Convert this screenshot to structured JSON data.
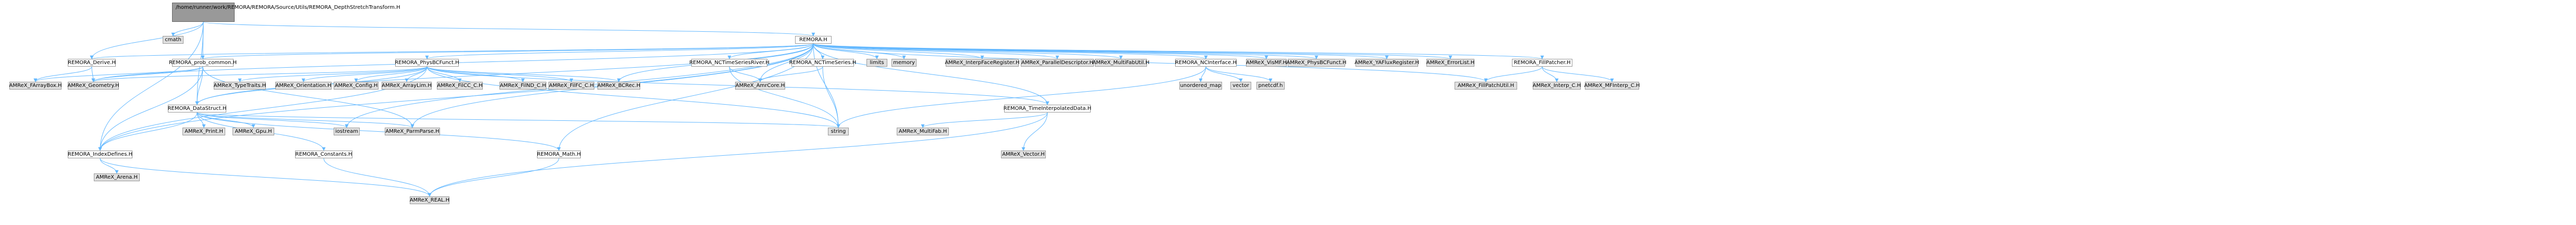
{
  "colors": {
    "edge": "#63b8ff",
    "node_border": "#999999",
    "node_fill": "#ffffff",
    "external_fill": "#e0e0e0",
    "root_fill": "#999999"
  },
  "nodes": [
    {
      "id": "root",
      "label": "/home/runner/work/REMORA/REMORA/Source/Utils/REMORA_DepthStretchTransform.H",
      "kind": "root"
    },
    {
      "id": "cmath",
      "label": "cmath",
      "kind": "external"
    },
    {
      "id": "remora_h",
      "label": "REMORA.H",
      "kind": "internal"
    },
    {
      "id": "derive",
      "label": "REMORA_Derive.H",
      "kind": "internal"
    },
    {
      "id": "prob_common",
      "label": "REMORA_prob_common.H",
      "kind": "internal"
    },
    {
      "id": "physbcfunct",
      "label": "REMORA_PhysBCFunct.H",
      "kind": "internal"
    },
    {
      "id": "nctsriver",
      "label": "REMORA_NCTimeSeriesRiver.H",
      "kind": "internal"
    },
    {
      "id": "ncts",
      "label": "REMORA_NCTimeSeries.H",
      "kind": "internal"
    },
    {
      "id": "limits",
      "label": "limits",
      "kind": "external"
    },
    {
      "id": "memory",
      "label": "memory",
      "kind": "external"
    },
    {
      "id": "interfacereg",
      "label": "AMReX_InterpFaceRegister.H",
      "kind": "external"
    },
    {
      "id": "paralleldesc",
      "label": "AMReX_ParallelDescriptor.H",
      "kind": "external"
    },
    {
      "id": "multifabutil",
      "label": "AMReX_MultiFabUtil.H",
      "kind": "external"
    },
    {
      "id": "ncinterface",
      "label": "REMORA_NCInterface.H",
      "kind": "internal"
    },
    {
      "id": "vismf",
      "label": "AMReX_VisMF.H",
      "kind": "external"
    },
    {
      "id": "physbcfunct_amrex",
      "label": "AMReX_PhysBCFunct.H",
      "kind": "external"
    },
    {
      "id": "yafluxreg",
      "label": "AMReX_YAFluxRegister.H",
      "kind": "external"
    },
    {
      "id": "errorlist",
      "label": "AMReX_ErrorList.H",
      "kind": "external"
    },
    {
      "id": "fillpatcher",
      "label": "REMORA_FillPatcher.H",
      "kind": "internal"
    },
    {
      "id": "fabarraybox",
      "label": "AMReX_FArrayBox.H",
      "kind": "external"
    },
    {
      "id": "geometry",
      "label": "AMReX_Geometry.H",
      "kind": "external"
    },
    {
      "id": "typetraits",
      "label": "AMReX_TypeTraits.H",
      "kind": "external"
    },
    {
      "id": "orientation",
      "label": "AMReX_Orientation.H",
      "kind": "external"
    },
    {
      "id": "config",
      "label": "AMReX_Config.H",
      "kind": "external"
    },
    {
      "id": "arraylim",
      "label": "AMReX_ArrayLim.H",
      "kind": "external"
    },
    {
      "id": "filcc",
      "label": "AMReX_FilCC_C.H",
      "kind": "external"
    },
    {
      "id": "filnd",
      "label": "AMReX_FilND_C.H",
      "kind": "external"
    },
    {
      "id": "filfc",
      "label": "AMReX_FilFC_C.H",
      "kind": "external"
    },
    {
      "id": "bcrec",
      "label": "AMReX_BCRec.H",
      "kind": "external"
    },
    {
      "id": "amrcore",
      "label": "AMReX_AmrCore.H",
      "kind": "external"
    },
    {
      "id": "datastruct",
      "label": "REMORA_DataStruct.H",
      "kind": "internal"
    },
    {
      "id": "timeinterp",
      "label": "REMORA_TimeInterpolatedData.H",
      "kind": "internal"
    },
    {
      "id": "unordered_map",
      "label": "unordered_map",
      "kind": "external"
    },
    {
      "id": "vector",
      "label": "vector",
      "kind": "external"
    },
    {
      "id": "pnetcdf",
      "label": "pnetcdf.h",
      "kind": "external"
    },
    {
      "id": "fillpatchutil",
      "label": "AMReX_FillPatchUtil.H",
      "kind": "external"
    },
    {
      "id": "interp_c",
      "label": "AMReX_Interp_C.H",
      "kind": "external"
    },
    {
      "id": "mfinterp_c",
      "label": "AMReX_MFInterp_C.H",
      "kind": "external"
    },
    {
      "id": "print",
      "label": "AMReX_Print.H",
      "kind": "external"
    },
    {
      "id": "gpu",
      "label": "AMReX_Gpu.H",
      "kind": "external"
    },
    {
      "id": "iostream",
      "label": "iostream",
      "kind": "external"
    },
    {
      "id": "parmparse",
      "label": "AMReX_ParmParse.H",
      "kind": "external"
    },
    {
      "id": "string",
      "label": "string",
      "kind": "external"
    },
    {
      "id": "multifab",
      "label": "AMReX_MultiFab.H",
      "kind": "external"
    },
    {
      "id": "indexdefines",
      "label": "REMORA_IndexDefines.H",
      "kind": "internal"
    },
    {
      "id": "constants",
      "label": "REMORA_Constants.H",
      "kind": "internal"
    },
    {
      "id": "remora_math",
      "label": "REMORA_Math.H",
      "kind": "internal"
    },
    {
      "id": "amrex_vector",
      "label": "AMReX_Vector.H",
      "kind": "external"
    },
    {
      "id": "arena",
      "label": "AMReX_Arena.H",
      "kind": "external"
    },
    {
      "id": "real",
      "label": "AMReX_REAL.H",
      "kind": "external"
    }
  ],
  "edges": [
    [
      "root",
      "cmath"
    ],
    [
      "root",
      "remora_h"
    ],
    [
      "root",
      "prob_common"
    ],
    [
      "root",
      "datastruct"
    ],
    [
      "root",
      "indexdefines"
    ],
    [
      "root",
      "derive"
    ],
    [
      "remora_h",
      "derive"
    ],
    [
      "remora_h",
      "prob_common"
    ],
    [
      "remora_h",
      "physbcfunct"
    ],
    [
      "remora_h",
      "nctsriver"
    ],
    [
      "remora_h",
      "ncts"
    ],
    [
      "remora_h",
      "limits"
    ],
    [
      "remora_h",
      "memory"
    ],
    [
      "remora_h",
      "interfacereg"
    ],
    [
      "remora_h",
      "paralleldesc"
    ],
    [
      "remora_h",
      "multifabutil"
    ],
    [
      "remora_h",
      "ncinterface"
    ],
    [
      "remora_h",
      "vismf"
    ],
    [
      "remora_h",
      "physbcfunct_amrex"
    ],
    [
      "remora_h",
      "yafluxreg"
    ],
    [
      "remora_h",
      "errorlist"
    ],
    [
      "remora_h",
      "fillpatcher"
    ],
    [
      "remora_h",
      "datastruct"
    ],
    [
      "remora_h",
      "timeinterp"
    ],
    [
      "remora_h",
      "indexdefines"
    ],
    [
      "remora_h",
      "amrcore"
    ],
    [
      "remora_h",
      "bcrec"
    ],
    [
      "remora_h",
      "fillpatchutil"
    ],
    [
      "remora_h",
      "iostream"
    ],
    [
      "remora_h",
      "string"
    ],
    [
      "remora_h",
      "parmparse"
    ],
    [
      "remora_h",
      "remora_math"
    ],
    [
      "remora_h",
      "geometry"
    ],
    [
      "derive",
      "fabarraybox"
    ],
    [
      "derive",
      "geometry"
    ],
    [
      "prob_common",
      "geometry"
    ],
    [
      "prob_common",
      "fabarraybox"
    ],
    [
      "prob_common",
      "datastruct"
    ],
    [
      "prob_common",
      "indexdefines"
    ],
    [
      "prob_common",
      "parmparse"
    ],
    [
      "physbcfunct",
      "typetraits"
    ],
    [
      "physbcfunct",
      "orientation"
    ],
    [
      "physbcfunct",
      "config"
    ],
    [
      "physbcfunct",
      "arraylim"
    ],
    [
      "physbcfunct",
      "filcc"
    ],
    [
      "physbcfunct",
      "filnd"
    ],
    [
      "physbcfunct",
      "filfc"
    ],
    [
      "physbcfunct",
      "bcrec"
    ],
    [
      "physbcfunct",
      "geometry"
    ],
    [
      "physbcfunct",
      "datastruct"
    ],
    [
      "physbcfunct",
      "indexdefines"
    ],
    [
      "physbcfunct",
      "timeinterp"
    ],
    [
      "physbcfunct",
      "string"
    ],
    [
      "nctsriver",
      "amrcore"
    ],
    [
      "nctsriver",
      "string"
    ],
    [
      "ncts",
      "amrcore"
    ],
    [
      "ncts",
      "string"
    ],
    [
      "ncinterface",
      "unordered_map"
    ],
    [
      "ncinterface",
      "vector"
    ],
    [
      "ncinterface",
      "pnetcdf"
    ],
    [
      "ncinterface",
      "string"
    ],
    [
      "fillpatcher",
      "fillpatchutil"
    ],
    [
      "fillpatcher",
      "interp_c"
    ],
    [
      "fillpatcher",
      "mfinterp_c"
    ],
    [
      "datastruct",
      "print"
    ],
    [
      "datastruct",
      "gpu"
    ],
    [
      "datastruct",
      "iostream"
    ],
    [
      "datastruct",
      "parmparse"
    ],
    [
      "datastruct",
      "string"
    ],
    [
      "datastruct",
      "constants"
    ],
    [
      "datastruct",
      "indexdefines"
    ],
    [
      "datastruct",
      "remora_math"
    ],
    [
      "timeinterp",
      "multifab"
    ],
    [
      "timeinterp",
      "amrex_vector"
    ],
    [
      "timeinterp",
      "real"
    ],
    [
      "indexdefines",
      "arena"
    ],
    [
      "indexdefines",
      "real"
    ],
    [
      "constants",
      "real"
    ],
    [
      "remora_math",
      "real"
    ]
  ]
}
